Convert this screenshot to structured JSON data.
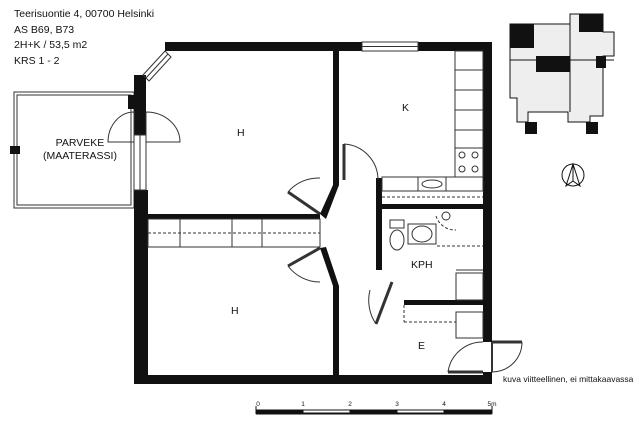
{
  "header": {
    "address": "Teerisuontie 4, 00700 Helsinki",
    "apartment": "AS B69, B73",
    "size": "2H+K / 53,5 m2",
    "floors": "KRS 1 - 2"
  },
  "rooms": {
    "living_room": "H",
    "bedroom": "H",
    "kitchen": "K",
    "bathroom": "KPH",
    "entry": "E",
    "balcony_line1": "PARVEKE",
    "balcony_line2": "(MAATERASSI)"
  },
  "note": "kuva viitteellinen, ei mittakaavassa",
  "scale": {
    "ticks": [
      "0",
      "1",
      "2",
      "3",
      "4",
      "5m"
    ]
  },
  "colors": {
    "wall": "#111111",
    "line": "#333333",
    "background": "#ffffff"
  }
}
